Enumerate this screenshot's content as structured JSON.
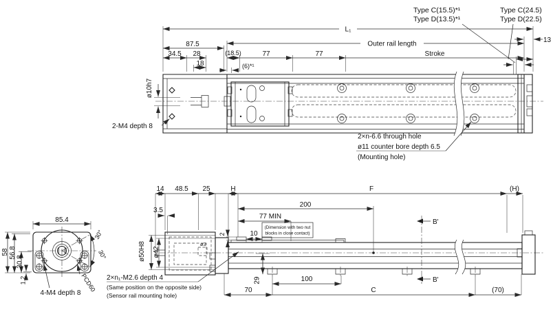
{
  "top_view": {
    "dims": {
      "l1": "L₁",
      "outer_rail_length": "Outer rail length",
      "stroke": "Stroke",
      "d13": "13",
      "d87_5": "87.5",
      "d34_5": "34.5",
      "d28": "28",
      "d18": "18",
      "d18_5": "(18.5)",
      "d77_a": "77",
      "d77_b": "77",
      "d6": "(6)*¹"
    },
    "callouts": {
      "type_c_inner": "Type C(15.5)*¹",
      "type_d_inner": "Type D(13.5)*¹",
      "type_c_outer": "Type C(24.5)",
      "type_d_outer": "Type D(22.5)",
      "shaft_dia": "ø10h7",
      "motor_screws": "2-M4 depth 8",
      "mount_hole_1": "2×n-6.6 through hole",
      "mount_hole_2": "ø11 counter bore depth 6.5",
      "mount_hole_3": "(Mounting hole)"
    }
  },
  "end_view": {
    "dims": {
      "d85_4": "85.4",
      "d58": "58",
      "d56_8": "56.8",
      "d30_8": "30.8",
      "d1_2": "1.2",
      "deg_top": "30°",
      "deg_bottom": "30°"
    },
    "callouts": {
      "flange_screws": "4-M4 depth 8",
      "pcd": "PCD60"
    }
  },
  "side_view": {
    "dims": {
      "d14": "14",
      "d48_5": "48.5",
      "d25": "25",
      "h": "H",
      "f": "F",
      "h_ref": "(H)",
      "d3_5": "3.5",
      "d200": "200",
      "d77min": "77 MIN",
      "d10": "10",
      "d2": "2",
      "d29": "29",
      "d70": "70",
      "d100": "100",
      "c": "C",
      "d70_ref": "(70)",
      "dia50": "ø50H8",
      "dia42": "ø42",
      "dia3": "ø3"
    },
    "notes": {
      "nut_note_1": "(Dimension with two nut",
      "nut_note_2": "blocks in close contact)",
      "section_b_top": "B'",
      "section_b_bottom": "B'",
      "sensor_1": "2×n₁-M2.6 depth 4",
      "sensor_2": "(Same position on the opposite side)",
      "sensor_3": "(Sensor rail mounting hole)"
    }
  }
}
